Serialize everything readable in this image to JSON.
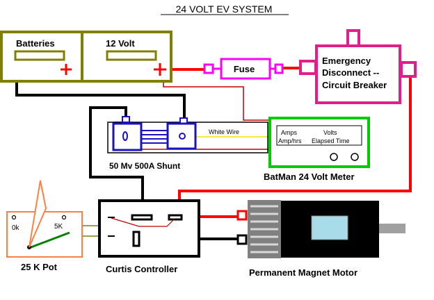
{
  "title": "24 VOLT EV SYSTEM",
  "batteries": {
    "left_label": "Batteries",
    "right_label": "12 Volt"
  },
  "fuse": {
    "label": "Fuse"
  },
  "breaker": {
    "line1": "Emergency",
    "line2": "Disconnect --",
    "line3": "Circuit Breaker"
  },
  "shunt": {
    "label": "50 Mv 500A Shunt",
    "wire_label": "White Wire"
  },
  "meter": {
    "label": "BatMan 24 Volt Meter",
    "display": {
      "left_top": "Amps",
      "left_bottom": "Amp/hrs",
      "right_top": "Volts",
      "right_bottom": "Elapsed Time"
    }
  },
  "pot": {
    "label": "25 K Pot",
    "mark_left": "0k",
    "mark_right": "5K"
  },
  "controller": {
    "label": "Curtis Controller"
  },
  "motor": {
    "label": "Permanent Magnet Motor"
  },
  "colors": {
    "battery": "#808000",
    "wire_positive": "#ff0000",
    "wire_negative": "#000000",
    "fuse": "#ff00ff",
    "breaker": "#e0208a",
    "shunt": "#1a10c8",
    "meter": "#00cc00",
    "pot": "#ff8040",
    "wiper": "#008000",
    "sense_wire": "#c00000",
    "white_wire": "#e8e800"
  }
}
